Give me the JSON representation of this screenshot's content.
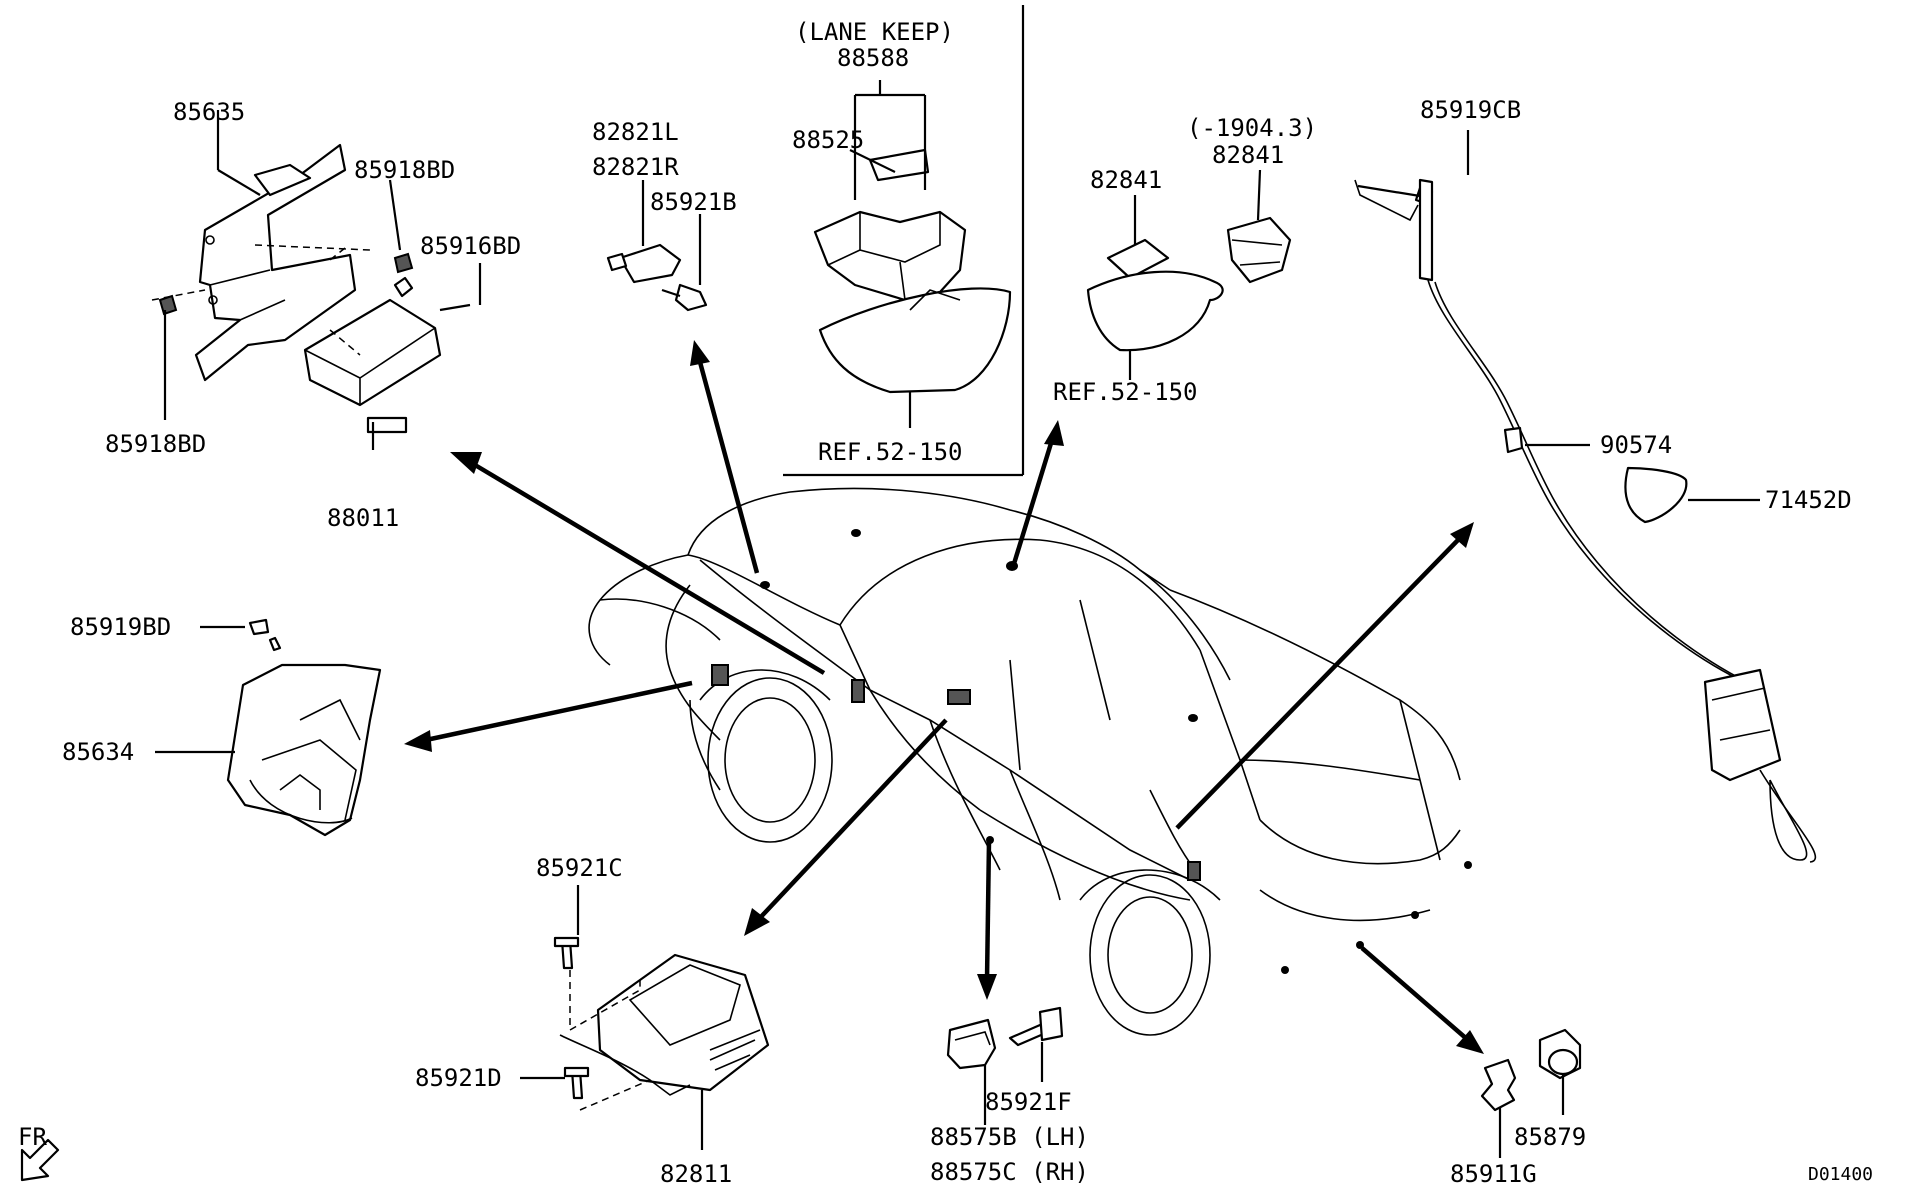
{
  "diagram": {
    "callouts": {
      "p85635": "85635",
      "p85918bd_top": "85918BD",
      "p85916bd": "85916BD",
      "p85918bd_bottom": "85918BD",
      "p88011": "88011",
      "p82821l": "82821L",
      "p82821r": "82821R",
      "p85921b": "85921B",
      "lane_keep_header": "(LANE KEEP)",
      "p88588": "88588",
      "p88525": "88525",
      "ref_left": "REF.52-150",
      "p82841_a": "82841",
      "date_range": "(-1904.3)",
      "p82841_b": "82841",
      "ref_right": "REF.52-150",
      "p85919cb": "85919CB",
      "p90574": "90574",
      "p71452d": "71452D",
      "p85919bd": "85919BD",
      "p85634": "85634",
      "p85921c": "85921C",
      "p85921d": "85921D",
      "p82811": "82811",
      "p85921f": "85921F",
      "p88575b": "88575B (LH)",
      "p88575c": "88575C (RH)",
      "p85879": "85879",
      "p85911g": "85911G",
      "front_marker": "FR",
      "drawing_code": "D01400"
    }
  }
}
